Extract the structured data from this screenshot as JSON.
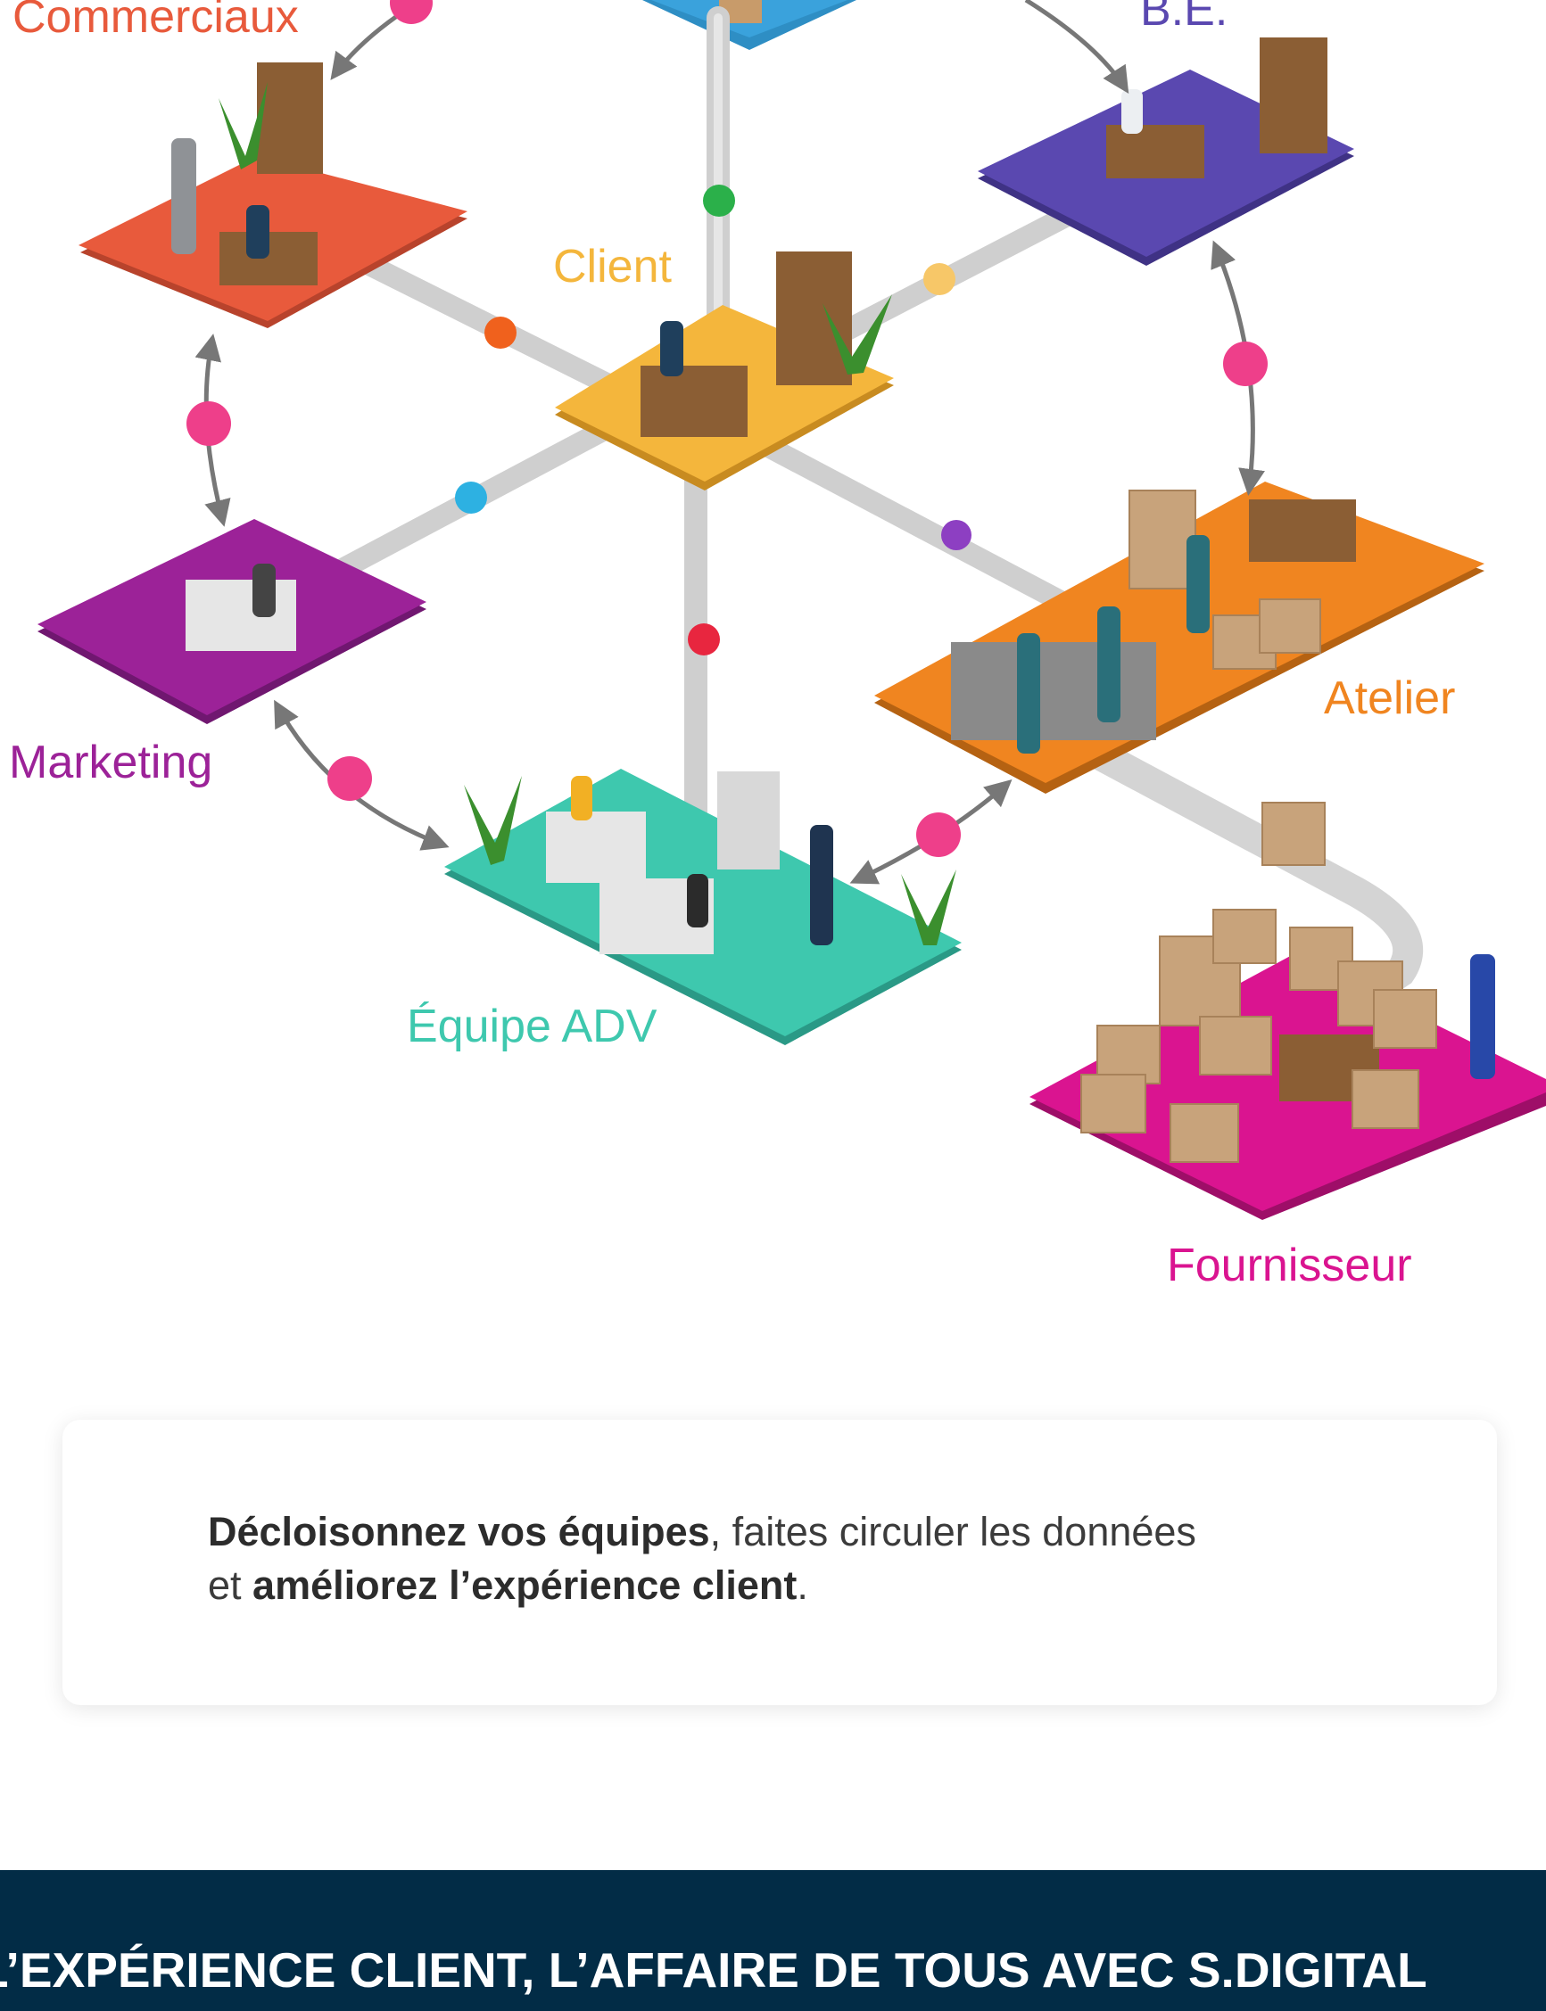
{
  "diagram": {
    "labels": {
      "commerciaux": "Commerciaux",
      "be": "B.E.",
      "client": "Client",
      "marketing": "Marketing",
      "atelier": "Atelier",
      "equipe_adv": "Équipe ADV",
      "fournisseur": "Fournisseur"
    },
    "colors": {
      "commerciaux": "#e85a3c",
      "be": "#5a48b0",
      "client": "#f4b63c",
      "marketing": "#9c2298",
      "atelier": "#f08520",
      "equipe_adv": "#3ec8ae",
      "fournisseur": "#da1490",
      "top": "#3aa2dc",
      "connector": "#d6d6d6",
      "bubble": "#ee3f8a"
    }
  },
  "message": {
    "part1_bold": "Décloisonnez vos équipes",
    "part2": ", faites circuler les données",
    "part3": "et ",
    "part4_bold": "améliorez l’expérience client",
    "part5": "."
  },
  "banner": {
    "title": "L’EXPÉRIENCE CLIENT, L’AFFAIRE DE TOUS AVEC S.DIGITAL"
  }
}
